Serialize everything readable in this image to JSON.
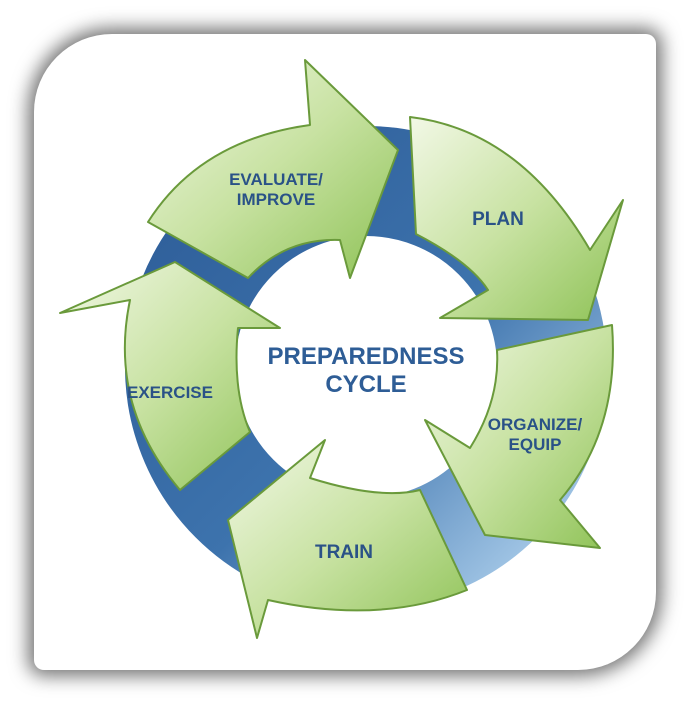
{
  "center": {
    "line1": "PREPAREDNESS",
    "line2": "CYCLE"
  },
  "steps": [
    {
      "line1": "PLAN",
      "line2": ""
    },
    {
      "line1": "ORGANIZE/",
      "line2": "EQUIP"
    },
    {
      "line1": "TRAIN",
      "line2": ""
    },
    {
      "line1": "EXERCISE",
      "line2": ""
    },
    {
      "line1": "EVALUATE/",
      "line2": "IMPROVE"
    }
  ],
  "colors": {
    "ring_dark": "#2f5f9a",
    "ring_light": "#9dc3e6",
    "arrow_fill_light": "#eaf4d8",
    "arrow_fill_dark": "#8ec256",
    "arrow_stroke": "#6a9a3b",
    "label": "#2a5287"
  }
}
